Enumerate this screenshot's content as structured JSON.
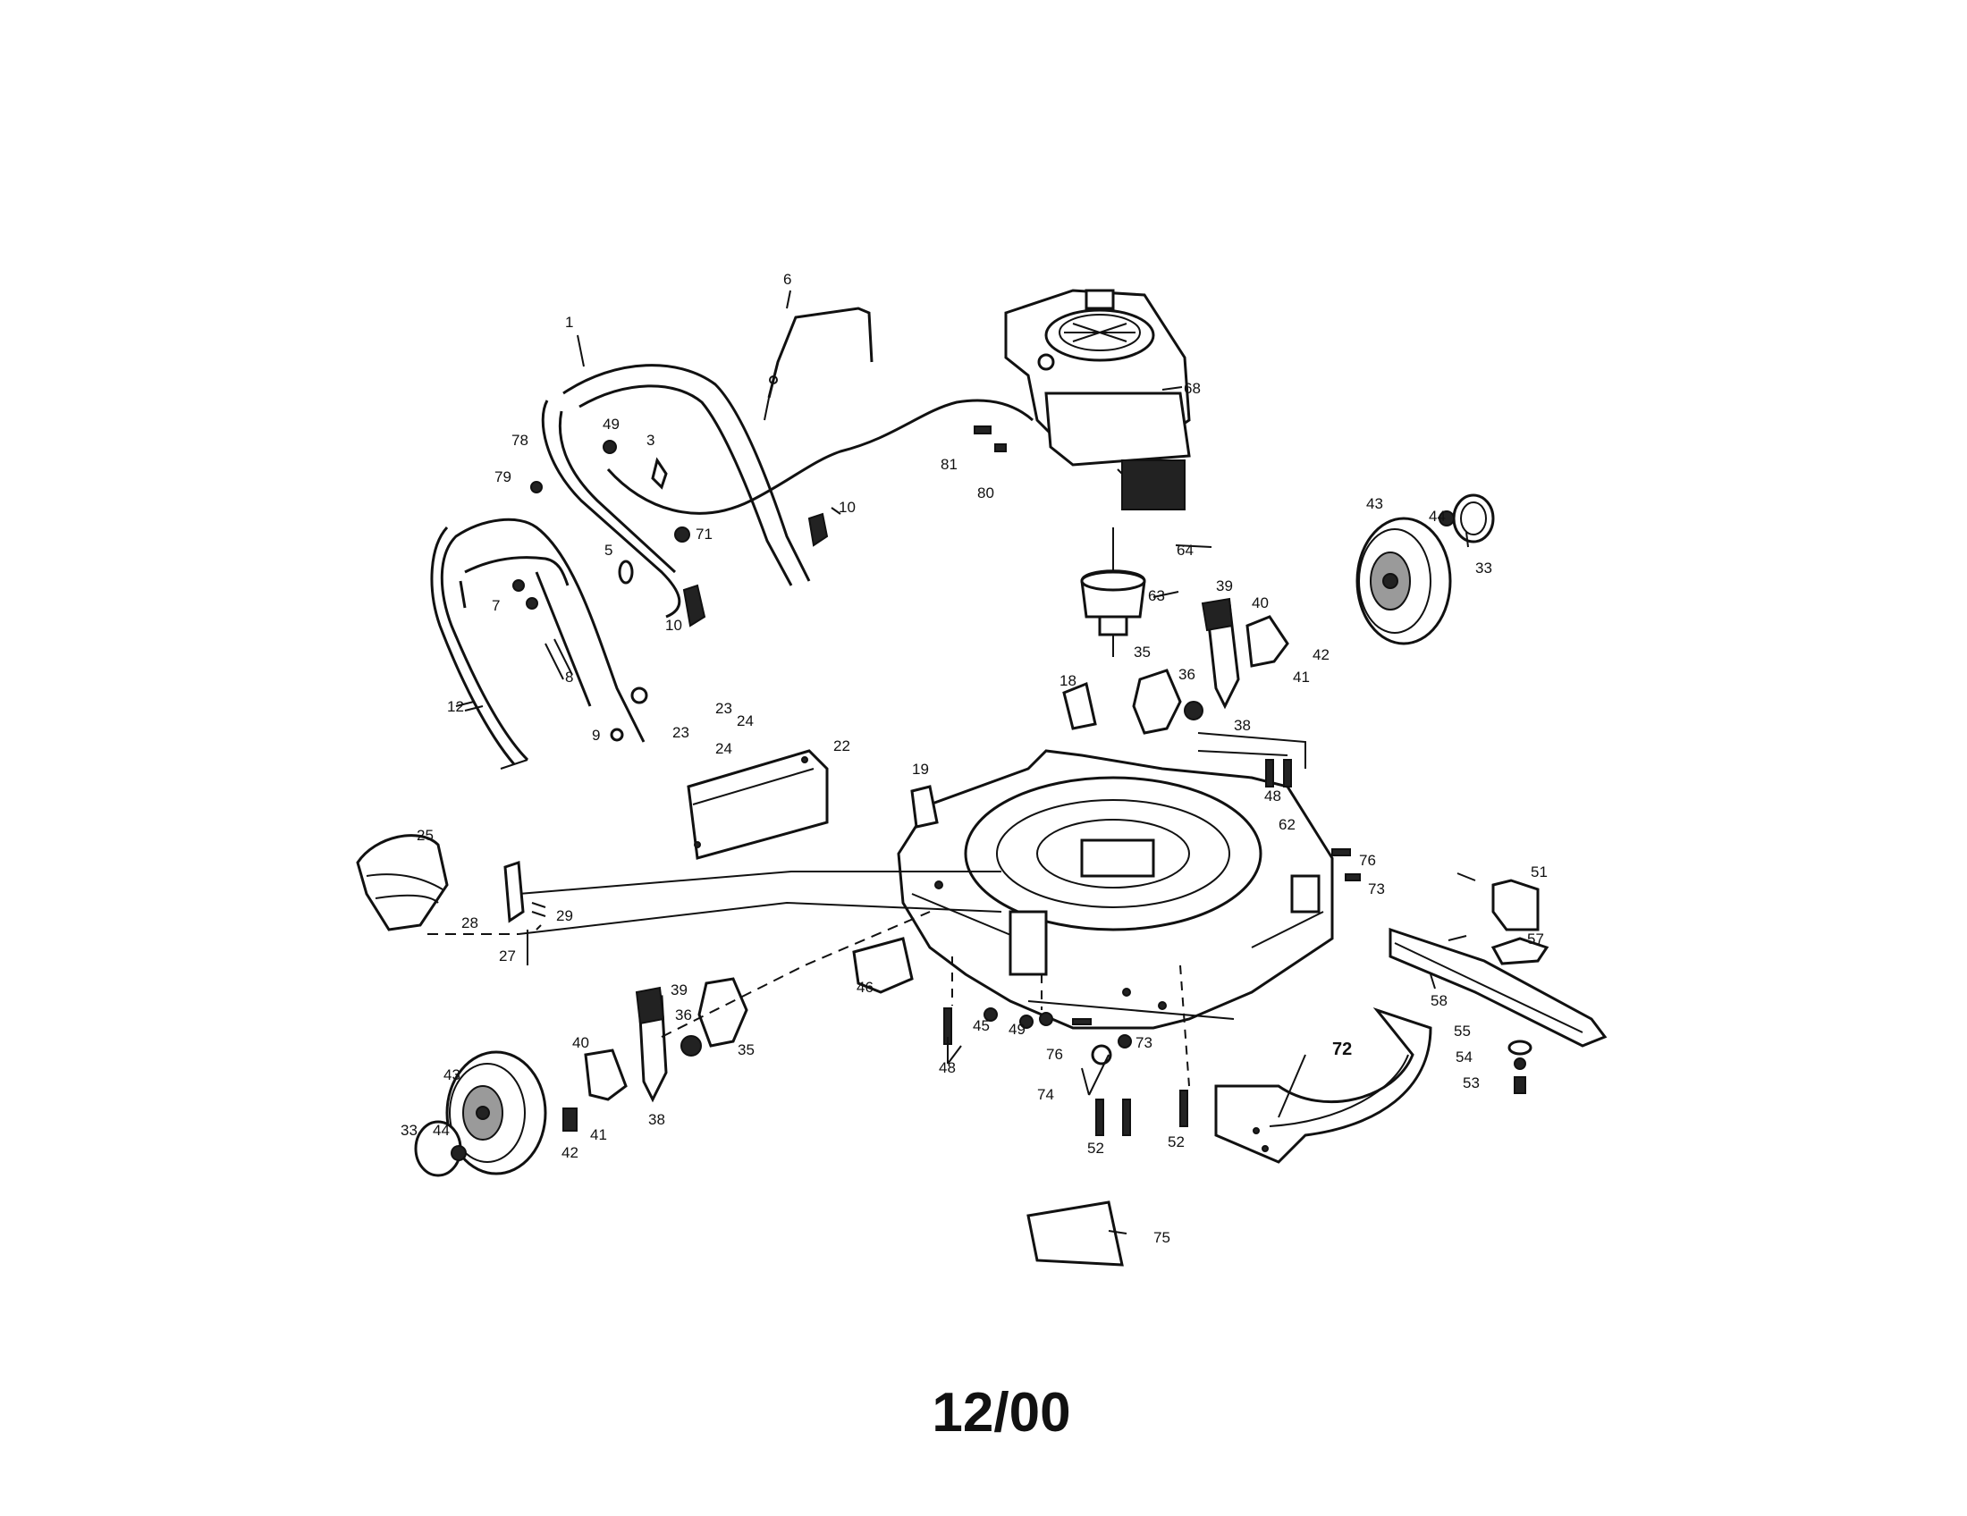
{
  "date_code": "12/00",
  "part_labels": [
    {
      "text": "1"
    },
    {
      "text": "6"
    },
    {
      "text": "68"
    },
    {
      "text": "49"
    },
    {
      "text": "78"
    },
    {
      "text": "3"
    },
    {
      "text": "79"
    },
    {
      "text": "81"
    },
    {
      "text": "80"
    },
    {
      "text": "10"
    },
    {
      "text": "71"
    },
    {
      "text": "5"
    },
    {
      "text": "10"
    },
    {
      "text": "64"
    },
    {
      "text": "43"
    },
    {
      "text": "44"
    },
    {
      "text": "33"
    },
    {
      "text": "7"
    },
    {
      "text": "63"
    },
    {
      "text": "39"
    },
    {
      "text": "40"
    },
    {
      "text": "42"
    },
    {
      "text": "41"
    },
    {
      "text": "8"
    },
    {
      "text": "35"
    },
    {
      "text": "36"
    },
    {
      "text": "38"
    },
    {
      "text": "18"
    },
    {
      "text": "12"
    },
    {
      "text": "9"
    },
    {
      "text": "23"
    },
    {
      "text": "24"
    },
    {
      "text": "23"
    },
    {
      "text": "24"
    },
    {
      "text": "22"
    },
    {
      "text": "48"
    },
    {
      "text": "19"
    },
    {
      "text": "62"
    },
    {
      "text": "25"
    },
    {
      "text": "76"
    },
    {
      "text": "51"
    },
    {
      "text": "73"
    },
    {
      "text": "29"
    },
    {
      "text": "28"
    },
    {
      "text": "57"
    },
    {
      "text": "27"
    },
    {
      "text": "46"
    },
    {
      "text": "39"
    },
    {
      "text": "36"
    },
    {
      "text": "58"
    },
    {
      "text": "35"
    },
    {
      "text": "45"
    },
    {
      "text": "49"
    },
    {
      "text": "73"
    },
    {
      "text": "72"
    },
    {
      "text": "55"
    },
    {
      "text": "76"
    },
    {
      "text": "40"
    },
    {
      "text": "48"
    },
    {
      "text": "54"
    },
    {
      "text": "43"
    },
    {
      "text": "53"
    },
    {
      "text": "74"
    },
    {
      "text": "38"
    },
    {
      "text": "33"
    },
    {
      "text": "44"
    },
    {
      "text": "42"
    },
    {
      "text": "41"
    },
    {
      "text": "52"
    },
    {
      "text": "52"
    },
    {
      "text": "75"
    }
  ]
}
